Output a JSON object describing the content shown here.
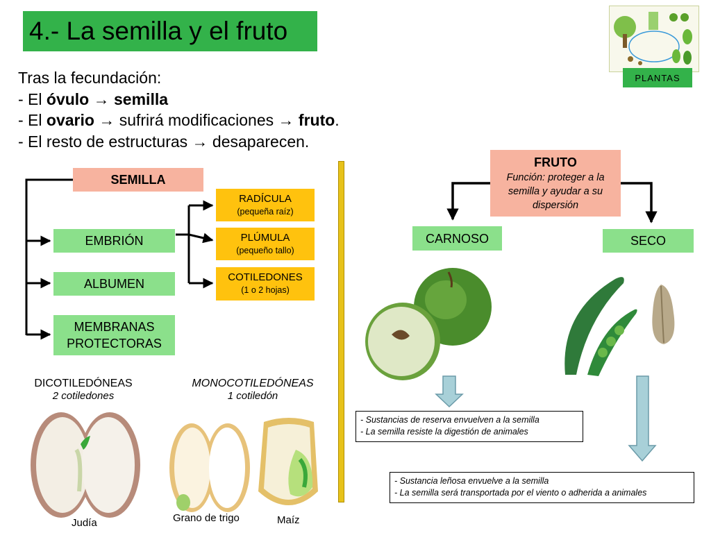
{
  "title": "4.- La semilla y el fruto",
  "thumbnail": {
    "caption": "PLANTAS",
    "icon": "plant-life-cycle-diagram"
  },
  "intro": {
    "line1": "Tras la fecundación:",
    "line2": {
      "prefix": "- El ",
      "bold1": "óvulo",
      "arrow": "→",
      "bold2": "semilla"
    },
    "line3": {
      "prefix": "- El ",
      "bold1": "ovario",
      "arrow1": "→",
      "mid": " sufrirá modificaciones ",
      "arrow2": "→",
      "bold2": "fruto",
      "suffix": "."
    },
    "line4": {
      "text": "- El resto de estructuras ",
      "arrow": "→",
      "suffix": " desaparecen."
    }
  },
  "semilla": {
    "header": "SEMILLA",
    "parts": [
      "EMBRIÓN",
      "ALBUMEN"
    ],
    "membranas": [
      "MEMBRANAS",
      "PROTECTORAS"
    ],
    "embryo_parts": [
      {
        "name": "RADÍCULA",
        "desc": "(pequeña raíz)"
      },
      {
        "name": "PLÚMULA",
        "desc": "(pequeño tallo)"
      },
      {
        "name": "COTILEDONES",
        "desc": "(1 o 2 hojas)"
      }
    ]
  },
  "seed_types": {
    "dicot": {
      "title": "DICOTILEDÓNEAS",
      "subtitle": "2 cotiledones",
      "example": "Judía"
    },
    "monocot": {
      "title": "MONOCOTILEDÓNEAS",
      "subtitle": "1 cotiledón",
      "examples": [
        "Grano de trigo",
        "Maíz"
      ]
    }
  },
  "fruto": {
    "header": "FRUTO",
    "funcion": [
      "Función: proteger a la",
      "semilla y ayudar a su",
      "dispersión"
    ],
    "carnoso": {
      "label": "CARNOSO",
      "notes": [
        "- Sustancias de reserva envuelven a la semilla",
        "- La semilla resiste la digestión de animales"
      ]
    },
    "seco": {
      "label": "SECO",
      "notes": [
        "- Sustancia leñosa envuelve a la semilla",
        "- La semilla será transportada por el viento o adherida a animales"
      ]
    }
  },
  "colors": {
    "title_green": "#33b24a",
    "box_green": "#8be08b",
    "salmon": "#f7b39f",
    "yellow": "#ffc20e",
    "divider": "#e7c21a",
    "down_arrow": "#a8d0d8"
  }
}
